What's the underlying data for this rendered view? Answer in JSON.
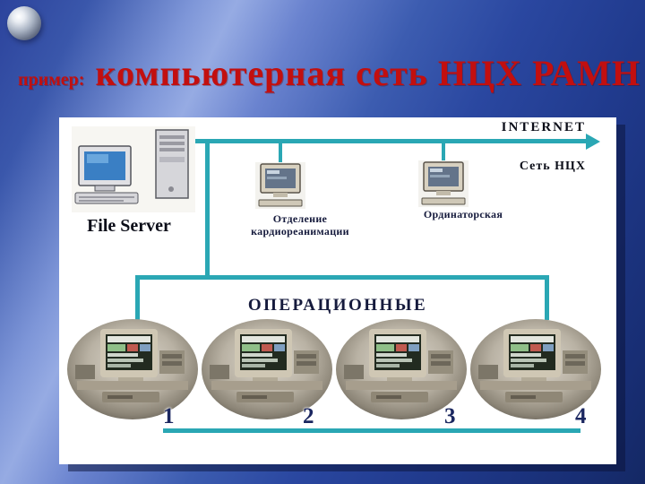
{
  "slide": {
    "title_prefix": "пример:",
    "title": "компьютерная сеть НЦХ РАМН"
  },
  "diagram": {
    "internet_label": "INTERNET",
    "network_label": "Сеть  НЦХ",
    "file_server_label": "File Server",
    "cardio_ward": {
      "line1": "Отделение",
      "line2": "кардиореанимации"
    },
    "staff_room_label": "Ординаторская",
    "operating_label": "ОПЕРАЦИОННЫЕ",
    "stations": [
      {
        "number": "1"
      },
      {
        "number": "2"
      },
      {
        "number": "3"
      },
      {
        "number": "4"
      }
    ]
  },
  "icons": {
    "bullet": "sphere-bullet-icon",
    "file_server": "desktop-computer-with-tower-icon",
    "ward_computer": "desktop-computer-icon",
    "station": "operating-room-computer-photo",
    "arrow": "internet-arrowhead-icon"
  },
  "colors": {
    "line_teal": "#2aa7b4",
    "title_red": "#c20f0f",
    "label_black": "#0b0d18",
    "label_dark": "#151a3c",
    "panel_white": "#ffffff"
  }
}
